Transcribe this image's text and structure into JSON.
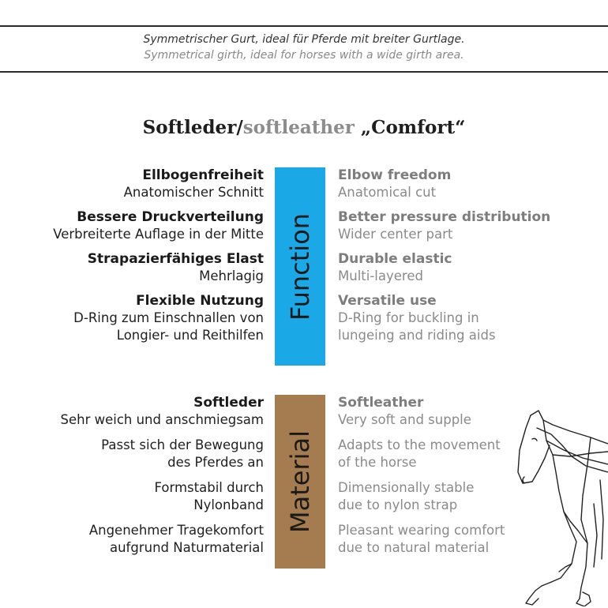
{
  "intro": {
    "de": "Symmetrischer Gurt, ideal für Pferde mit breiter Gurtlage.",
    "en": "Symmetrical girth, ideal for horses with a wide girth area."
  },
  "heading": {
    "part1": "Softleder/",
    "part2": "softleather",
    "part3": " „Comfort“"
  },
  "colors": {
    "function_bar": "#1aa9e6",
    "material_bar": "#a57c4f"
  },
  "function": {
    "bar_label": "Function",
    "de": [
      {
        "title": "Ellbogenfreiheit",
        "sub": "Anatomischer Schnitt"
      },
      {
        "title": "Bessere Druckverteilung",
        "sub": "Verbreiterte Auflage in der Mitte"
      },
      {
        "title": "Strapazierfähiges Elast",
        "sub": "Mehrlagig"
      },
      {
        "title": "Flexible Nutzung",
        "sub": "D-Ring zum Einschnallen von\nLongier- und Reithilfen"
      }
    ],
    "en": [
      {
        "title": "Elbow freedom",
        "sub": "Anatomical cut"
      },
      {
        "title": "Better pressure distribution",
        "sub": "Wider center part"
      },
      {
        "title": "Durable elastic",
        "sub": "Multi-layered"
      },
      {
        "title": "Versatile use",
        "sub": "D-Ring for buckling in\nlungeing and riding aids"
      }
    ]
  },
  "material": {
    "bar_label": "Material",
    "de": [
      {
        "title": "Softleder",
        "sub": "Sehr weich und anschmiegsam"
      },
      {
        "title": "",
        "sub": "Passt sich der Bewegung\ndes Pferdes an"
      },
      {
        "title": "",
        "sub": "Formstabil durch\nNylonband"
      },
      {
        "title": "",
        "sub": "Angenehmer Tragekomfort\naufgrund Naturmaterial"
      }
    ],
    "en": [
      {
        "title": "Softleather",
        "sub": "Very soft and supple"
      },
      {
        "title": "",
        "sub": "Adapts to the movement\nof the horse"
      },
      {
        "title": "",
        "sub": "Dimensionally stable\ndue to nylon strap"
      },
      {
        "title": "",
        "sub": "Pleasant wearing comfort\ndue to natural material"
      }
    ]
  }
}
